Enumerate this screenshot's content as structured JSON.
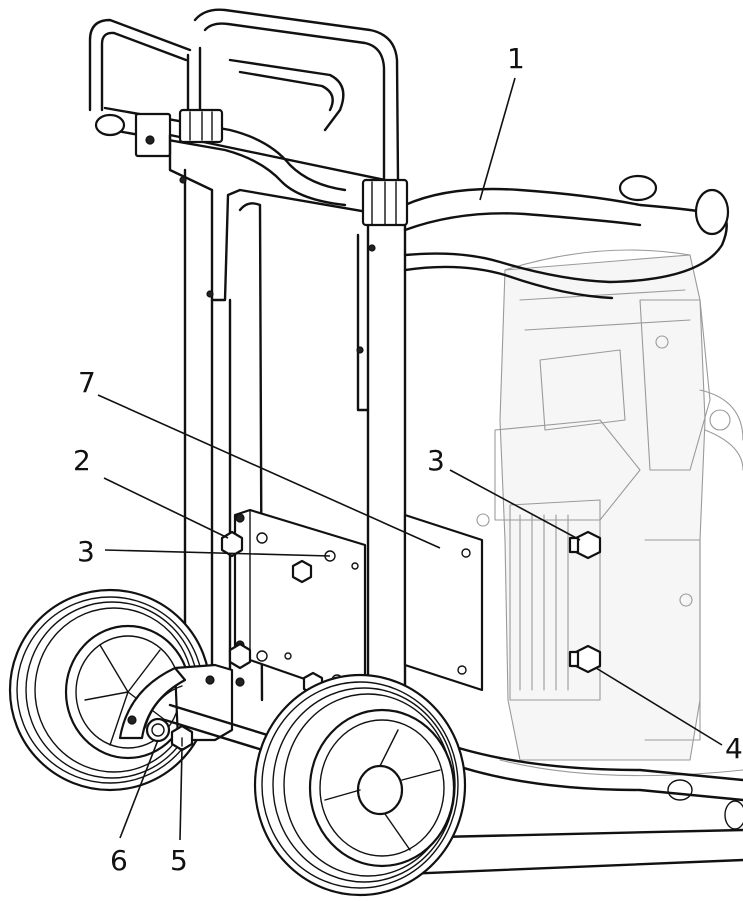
{
  "callouts": [
    {
      "id": "c1",
      "label": "1"
    },
    {
      "id": "c2",
      "label": "2"
    },
    {
      "id": "c3a",
      "label": "3"
    },
    {
      "id": "c3b",
      "label": "3"
    },
    {
      "id": "c4",
      "label": "4"
    },
    {
      "id": "c5",
      "label": "5"
    },
    {
      "id": "c6",
      "label": "6"
    },
    {
      "id": "c7",
      "label": "7"
    }
  ]
}
